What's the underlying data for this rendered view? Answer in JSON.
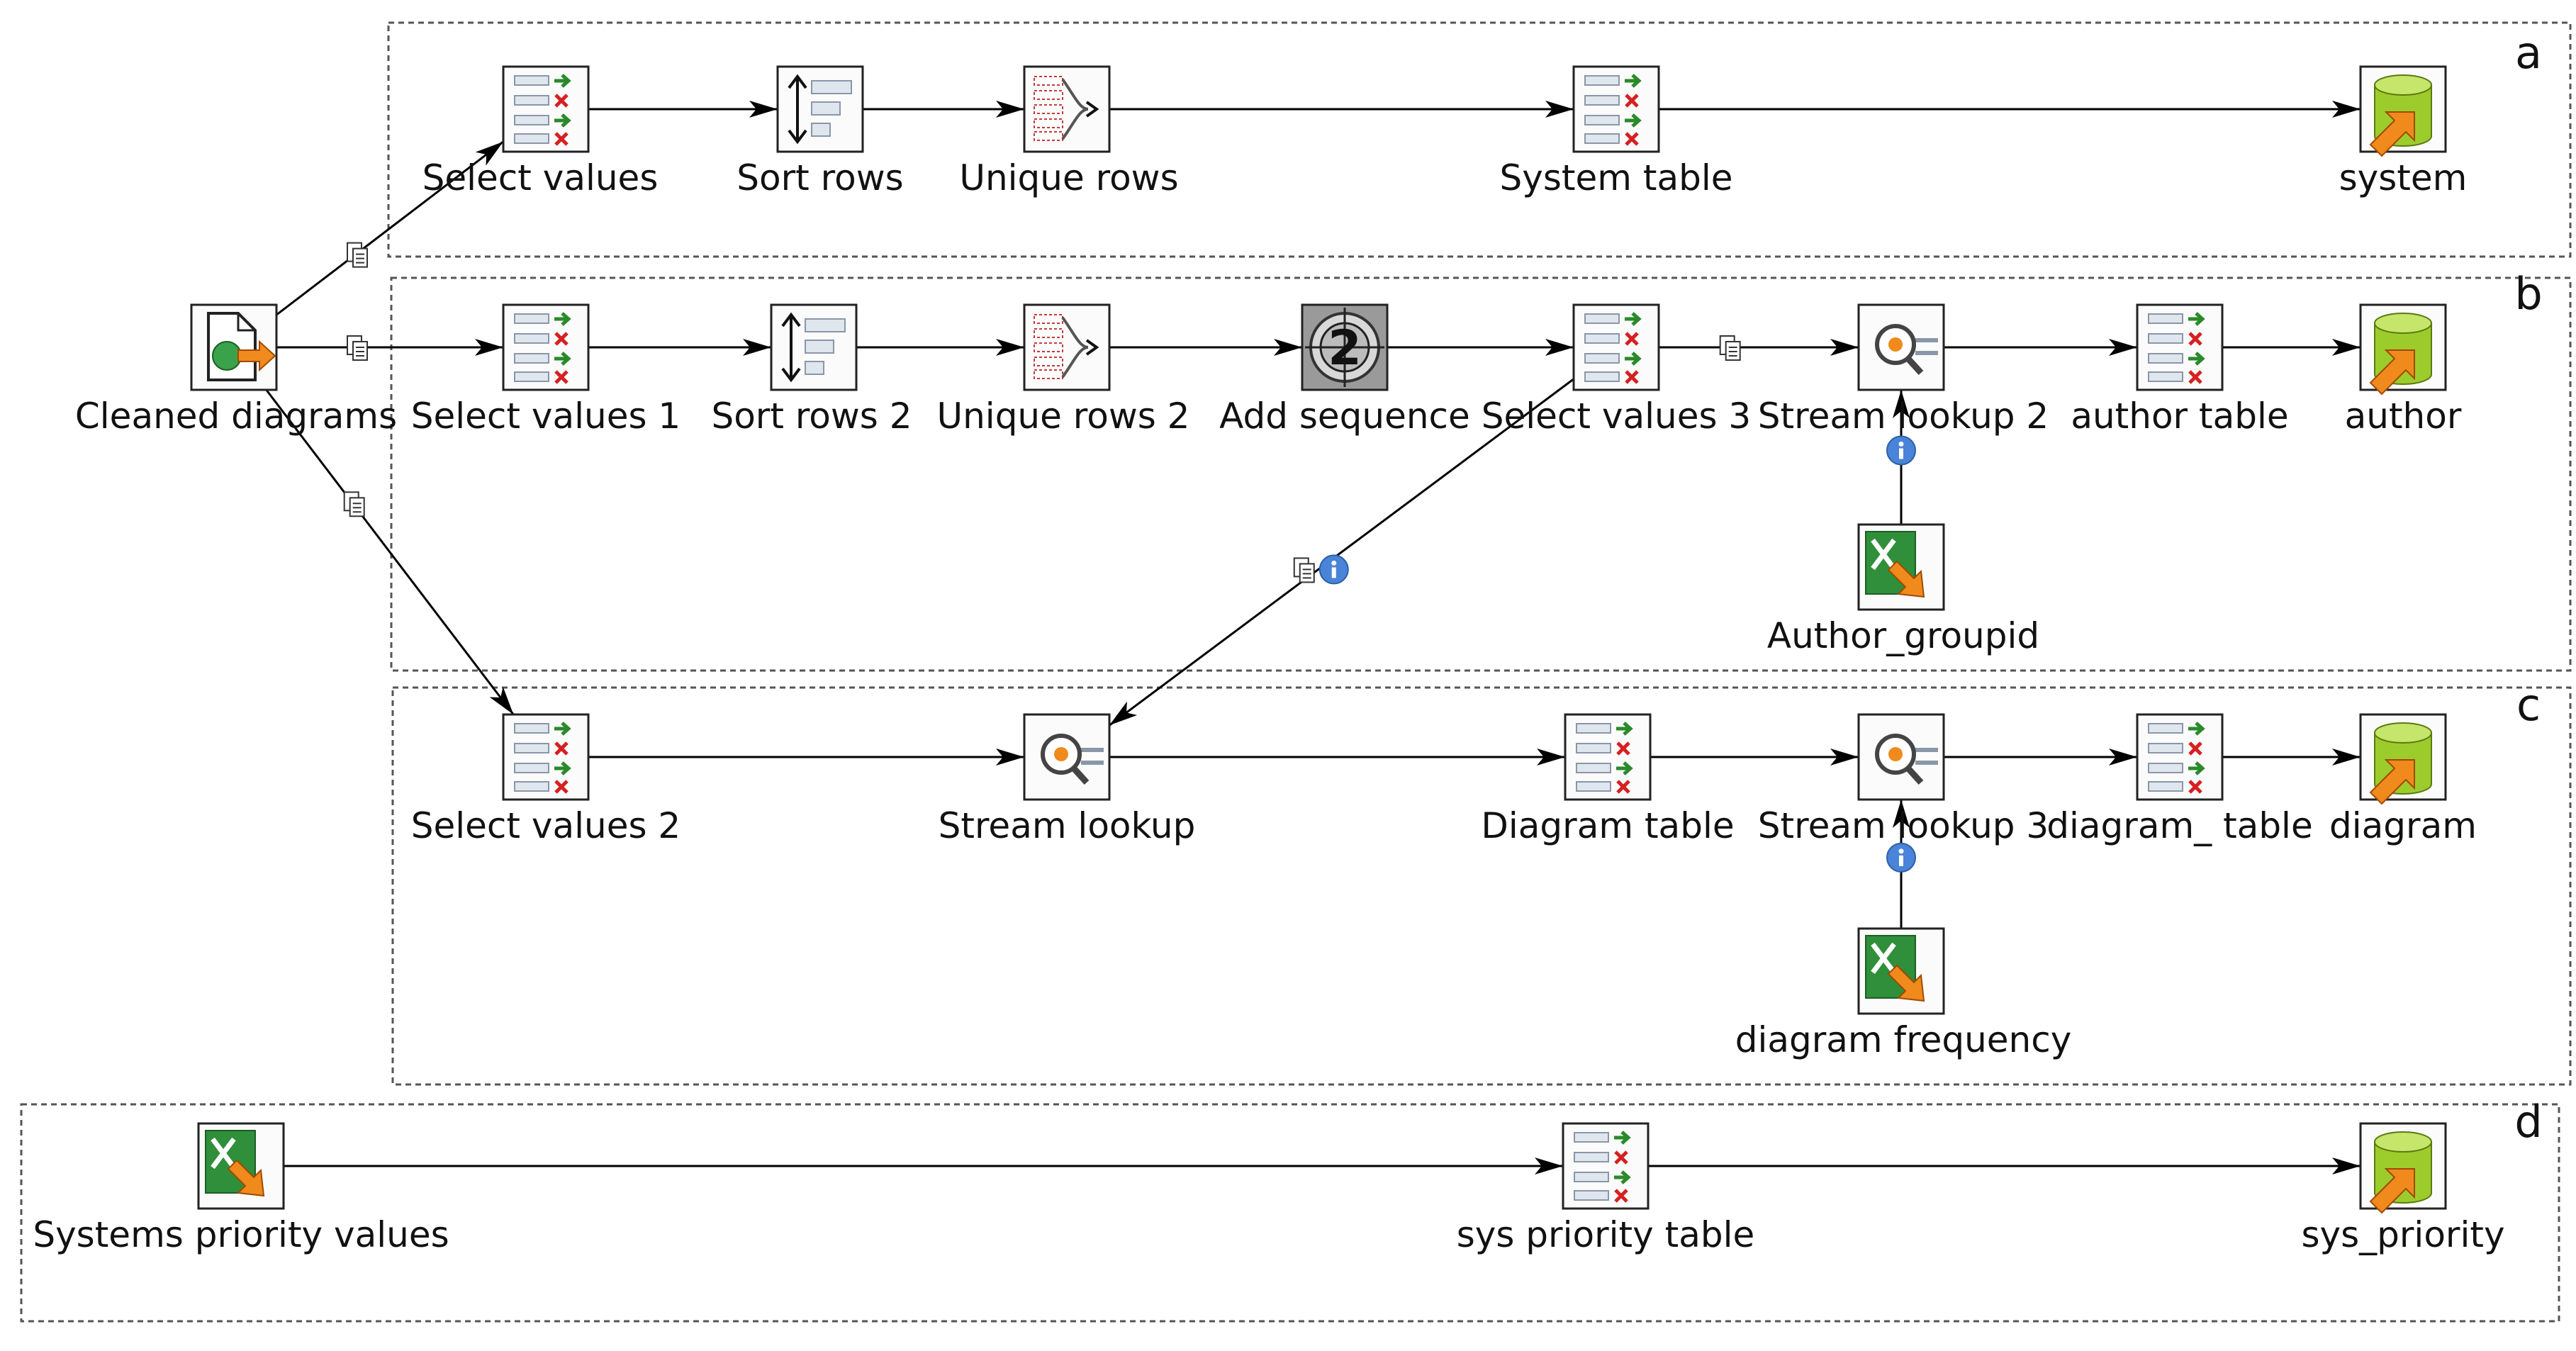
{
  "panels": [
    {
      "id": "a",
      "letter": "a"
    },
    {
      "id": "b",
      "letter": "b"
    },
    {
      "id": "c",
      "letter": "c"
    },
    {
      "id": "d",
      "letter": "d"
    }
  ],
  "steps": [
    {
      "id": "cleaned",
      "label": "Cleaned diagrams",
      "icon": "document-input-icon"
    },
    {
      "id": "sv",
      "label": "Select values",
      "icon": "select-values-icon"
    },
    {
      "id": "sr",
      "label": "Sort rows",
      "icon": "sort-rows-icon"
    },
    {
      "id": "ur",
      "label": "Unique rows",
      "icon": "unique-rows-icon"
    },
    {
      "id": "systab",
      "label": "System table",
      "icon": "select-values-icon"
    },
    {
      "id": "system",
      "label": "system",
      "icon": "table-output-icon"
    },
    {
      "id": "sv1",
      "label": "Select values 1",
      "icon": "select-values-icon"
    },
    {
      "id": "sr2",
      "label": "Sort rows 2",
      "icon": "sort-rows-icon"
    },
    {
      "id": "ur2",
      "label": "Unique rows 2",
      "icon": "unique-rows-icon"
    },
    {
      "id": "addseq",
      "label": "Add sequence",
      "icon": "add-sequence-icon"
    },
    {
      "id": "sv3",
      "label": "Select values 3",
      "icon": "select-values-icon"
    },
    {
      "id": "sl2",
      "label": "Stream lookup 2",
      "icon": "stream-lookup-icon"
    },
    {
      "id": "authtab",
      "label": "author table",
      "icon": "select-values-icon"
    },
    {
      "id": "author",
      "label": "author",
      "icon": "table-output-icon"
    },
    {
      "id": "authgrp",
      "label": "Author_groupid",
      "icon": "excel-input-icon"
    },
    {
      "id": "sv2",
      "label": "Select values 2",
      "icon": "select-values-icon"
    },
    {
      "id": "sl",
      "label": "Stream lookup",
      "icon": "stream-lookup-icon"
    },
    {
      "id": "diagtab",
      "label": "Diagram table",
      "icon": "select-values-icon"
    },
    {
      "id": "sl3",
      "label": "Stream lookup 3",
      "icon": "stream-lookup-icon"
    },
    {
      "id": "diagtab2",
      "label": "diagram_ table",
      "icon": "select-values-icon"
    },
    {
      "id": "diagram",
      "label": "diagram",
      "icon": "table-output-icon"
    },
    {
      "id": "diagfreq",
      "label": "diagram frequency",
      "icon": "excel-input-icon"
    },
    {
      "id": "spv",
      "label": "Systems priority values",
      "icon": "excel-input-icon"
    },
    {
      "id": "sptab",
      "label": "sys priority table",
      "icon": "select-values-icon"
    },
    {
      "id": "syspri",
      "label": "sys_priority",
      "icon": "table-output-icon"
    }
  ],
  "hops": [
    {
      "from": "cleaned",
      "to": "sv",
      "copy": true
    },
    {
      "from": "sv",
      "to": "sr"
    },
    {
      "from": "sr",
      "to": "ur"
    },
    {
      "from": "ur",
      "to": "systab"
    },
    {
      "from": "systab",
      "to": "system"
    },
    {
      "from": "cleaned",
      "to": "sv1",
      "copy": true
    },
    {
      "from": "sv1",
      "to": "sr2"
    },
    {
      "from": "sr2",
      "to": "ur2"
    },
    {
      "from": "ur2",
      "to": "addseq"
    },
    {
      "from": "addseq",
      "to": "sv3"
    },
    {
      "from": "sv3",
      "to": "sl2",
      "copy": true
    },
    {
      "from": "sl2",
      "to": "authtab"
    },
    {
      "from": "authtab",
      "to": "author"
    },
    {
      "from": "authgrp",
      "to": "sl2",
      "info": true
    },
    {
      "from": "cleaned",
      "to": "sv2",
      "copy": true
    },
    {
      "from": "sv2",
      "to": "sl"
    },
    {
      "from": "sv3",
      "to": "sl",
      "copy": true,
      "info": true
    },
    {
      "from": "sl",
      "to": "diagtab"
    },
    {
      "from": "diagtab",
      "to": "sl3"
    },
    {
      "from": "sl3",
      "to": "diagtab2"
    },
    {
      "from": "diagtab2",
      "to": "diagram"
    },
    {
      "from": "diagfreq",
      "to": "sl3",
      "info": true
    },
    {
      "from": "spv",
      "to": "sptab"
    },
    {
      "from": "sptab",
      "to": "syspri"
    }
  ],
  "colors": {
    "panel_border": "#555555",
    "line": "#000000",
    "info_badge": "#4a84d8",
    "db_green": "#9ccc2c",
    "db_orange": "#f08a1c",
    "excel_green": "#2f8f3a",
    "icon_gray": "#8a97a8",
    "red_x": "#d62020",
    "green_arrow": "#2a8a2a"
  }
}
